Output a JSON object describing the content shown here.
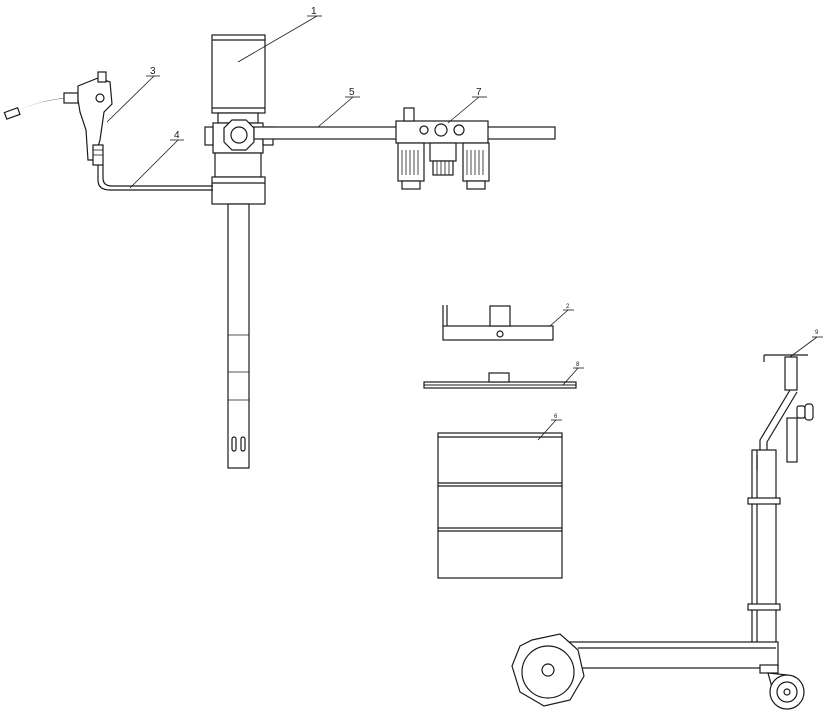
{
  "diagram": {
    "callouts": [
      {
        "id": "c1",
        "number": "1"
      },
      {
        "id": "c3",
        "number": "3"
      },
      {
        "id": "c5",
        "number": "5"
      },
      {
        "id": "c7",
        "number": "7"
      },
      {
        "id": "c4",
        "number": "4"
      },
      {
        "id": "c2",
        "number": "2"
      },
      {
        "id": "c8",
        "number": "8"
      },
      {
        "id": "c6",
        "number": "6"
      },
      {
        "id": "c9",
        "number": "9"
      }
    ]
  }
}
